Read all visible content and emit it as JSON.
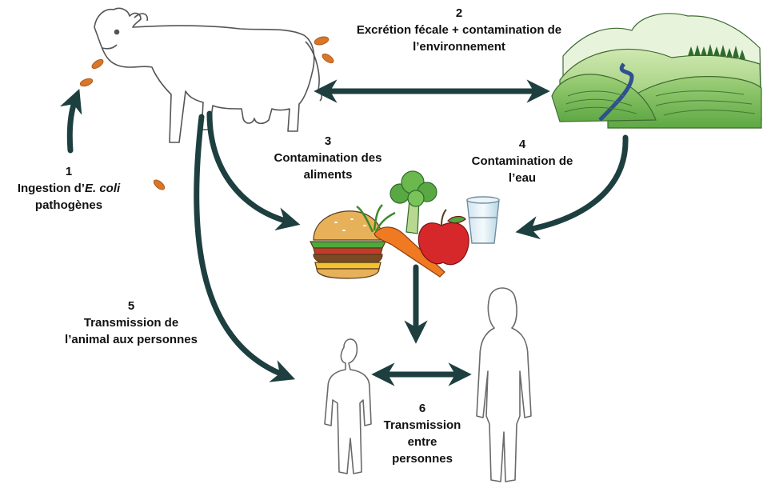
{
  "colors": {
    "arrow": "#1e3f3f",
    "bacteria": "#d8772a",
    "outline": "#555555",
    "text": "#111111"
  },
  "steps": [
    {
      "number": "1",
      "lines": [
        "Ingestion d'E. coli",
        "pathogènes"
      ],
      "prefix": "Ingestion d’",
      "italic": "E. coli",
      "line2": "pathogènes"
    },
    {
      "number": "2",
      "lines": [
        "Excrétion fécale + contamination de",
        "l’environnement"
      ]
    },
    {
      "number": "3",
      "lines": [
        "Contamination des",
        "aliments"
      ]
    },
    {
      "number": "4",
      "lines": [
        "Contamination de",
        "l’eau"
      ]
    },
    {
      "number": "5",
      "lines": [
        "Transmission de",
        "l’animal aux personnes"
      ]
    },
    {
      "number": "6",
      "lines": [
        "Transmission",
        "entre",
        "personnes"
      ]
    }
  ],
  "icons": [
    "cow-icon",
    "landscape-icon",
    "burger-icon",
    "carrot-icon",
    "broccoli-icon",
    "apple-icon",
    "water-glass-icon",
    "child-icon",
    "woman-icon",
    "bacteria-icon"
  ]
}
